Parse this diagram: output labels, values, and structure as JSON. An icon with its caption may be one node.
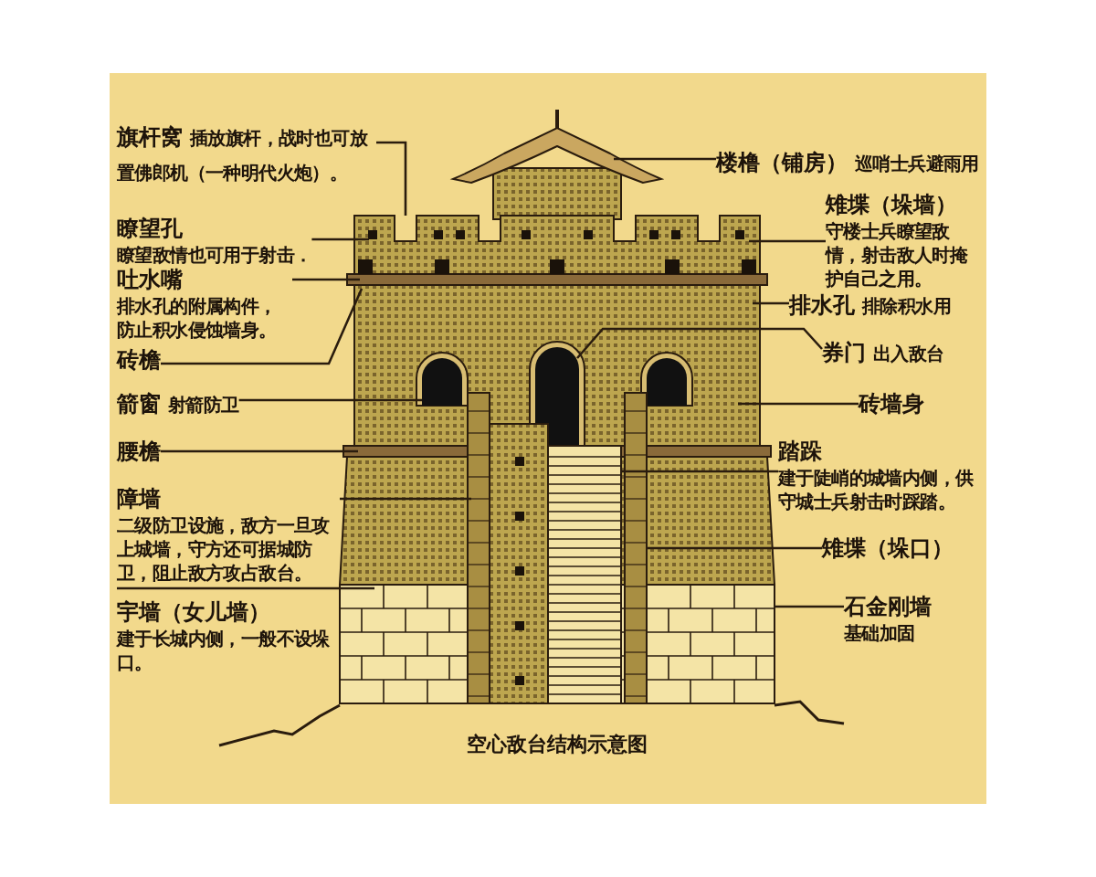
{
  "diagram": {
    "caption": "空心敌台结构示意图",
    "nodes": [
      {
        "text": [
          "旗杆窝",
          "插放旗杆，战时也可放置佛郎机（一种明代火炮）。"
        ]
      },
      {
        "text": [
          "瞭望孔",
          "瞭望敌情也可用于射击．"
        ]
      },
      {
        "text": [
          "吐水嘴",
          "排水孔的附属构件，防止积水侵蚀墙身。"
        ]
      },
      {
        "text": [
          "砖檐"
        ]
      },
      {
        "text": [
          "箭窗",
          "射箭防卫"
        ]
      },
      {
        "text": [
          "腰檐"
        ]
      },
      {
        "text": [
          "障墙",
          "二级防卫设施，敌方一旦攻上城墙，守方还可据城防卫，阻止敌方攻占敌台。"
        ]
      },
      {
        "text": [
          "宇墙（女儿墙）",
          "建于长城内侧，一般不设垛口。"
        ]
      },
      {
        "text": [
          "楼橹（铺房）",
          "巡哨士兵避雨用"
        ]
      },
      {
        "text": [
          "雉堞（垛墙）",
          "守楼士兵瞭望敌情，射击敌人时掩护自己之用。"
        ]
      },
      {
        "text": [
          "排水孔",
          "排除积水用"
        ]
      },
      {
        "text": [
          "券门",
          "出入敌台"
        ]
      },
      {
        "text": [
          "砖墙身"
        ]
      },
      {
        "text": [
          "踏跺",
          "建于陡峭的城墙内侧，供守城士兵射击时踩踏。"
        ]
      },
      {
        "text": [
          "雉堞（垛口）"
        ]
      },
      {
        "text": [
          "石金刚墙",
          "基础加固"
        ]
      }
    ],
    "edges": [
      {
        "from": 0,
        "to": null,
        "arrow": "none"
      },
      {
        "from": 1,
        "to": null,
        "arrow": "none"
      },
      {
        "from": 2,
        "to": null,
        "arrow": "none"
      },
      {
        "from": 3,
        "to": null,
        "arrow": "none"
      },
      {
        "from": 4,
        "to": null,
        "arrow": "none"
      },
      {
        "from": 5,
        "to": null,
        "arrow": "none"
      },
      {
        "from": 6,
        "to": null,
        "arrow": "none"
      },
      {
        "from": 7,
        "to": null,
        "arrow": "none"
      },
      {
        "from": 8,
        "to": null,
        "arrow": "none"
      },
      {
        "from": 9,
        "to": null,
        "arrow": "none"
      },
      {
        "from": 10,
        "to": null,
        "arrow": "none"
      },
      {
        "from": 11,
        "to": null,
        "arrow": "none"
      },
      {
        "from": 12,
        "to": null,
        "arrow": "none"
      },
      {
        "from": 13,
        "to": null,
        "arrow": "none"
      },
      {
        "from": 14,
        "to": null,
        "arrow": "none"
      },
      {
        "from": 15,
        "to": null,
        "arrow": "none"
      }
    ]
  }
}
